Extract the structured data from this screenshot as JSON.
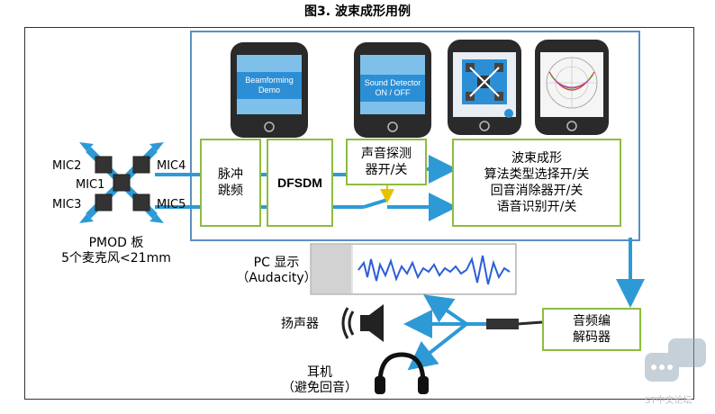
{
  "title": "图3. 波束成形用例",
  "blocks": {
    "pulse": "脉冲\n跳频",
    "dfsdm": "DFSDM",
    "detector": "声音探测\n器开/关",
    "main": "波束成形\n算法类型选择开/关\n回音消除器开/关\n语音识别开/关",
    "codec": "音频编\n解码器"
  },
  "phones": {
    "beamforming": "Beamforming\nDemo",
    "sound_detector": "Sound Detector\nON / OFF"
  },
  "mics": [
    "MIC2",
    "MIC4",
    "MIC1",
    "MIC3",
    "MIC5"
  ],
  "pmod": "PMOD 板\n5个麦克风<21mm",
  "pc": "PC 显示\n（Audacity）",
  "speaker": "扬声器",
  "headphone": "耳机\n（避免回音）",
  "watermark": "ST中文论坛",
  "colors": {
    "box_border": "#8cbd3e",
    "arrow": "#2d9ad6",
    "frame": "#5b8fc2"
  }
}
